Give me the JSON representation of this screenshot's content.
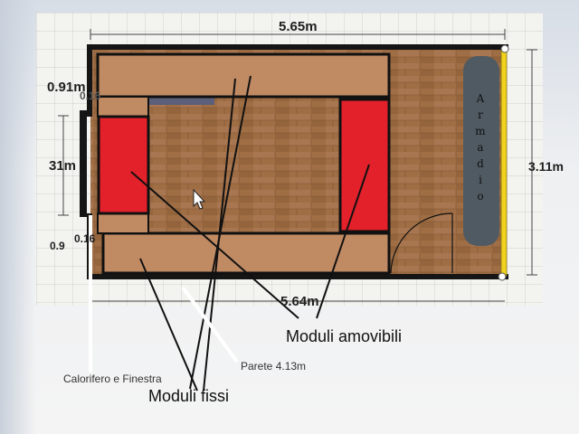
{
  "dimensions": {
    "top": "5.65m",
    "bottom": "5.64m",
    "left_upper": "0.91m",
    "left_upper_sub": "0.16",
    "left_mid": "31m",
    "left_lower": "0.9",
    "left_lower_sub": "0.16",
    "right": "3.11m"
  },
  "wardrobe_label": [
    "A",
    "r",
    "m",
    "a",
    "d",
    "i",
    "o"
  ],
  "annotations": {
    "removable": "Moduli amovibili",
    "fixed": "Moduli fissi",
    "wall": "Parete 4.13m",
    "radiator": "Calorifero e Finestra"
  },
  "colors": {
    "floor": "#a06e45",
    "fixed_module": "#c08a63",
    "removable_module": "#e2212b",
    "wardrobe": "#4f5a63",
    "wall": "#151515",
    "door_frame": "#f1d21c"
  }
}
